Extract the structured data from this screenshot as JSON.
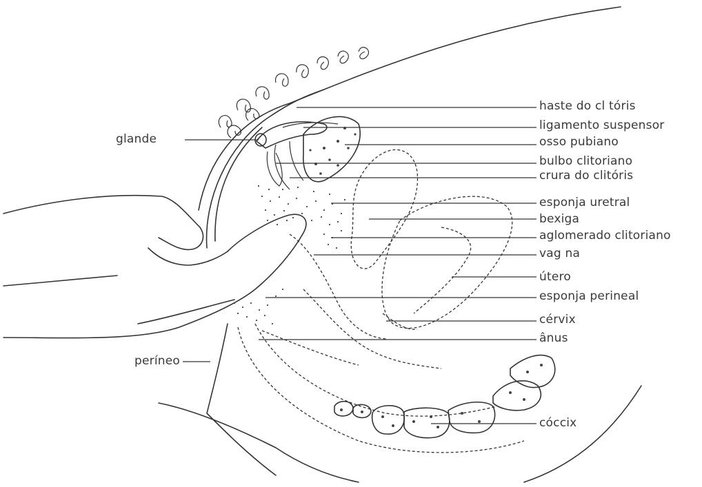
{
  "labels": {
    "left": {
      "glande": "glande",
      "perineo": "períneo"
    },
    "right": [
      "haste do cl tóris",
      "ligamento suspensor",
      "osso pubiano",
      "bulbo clitoriano",
      "crura do clitóris",
      "esponja uretral",
      "bexiga",
      "aglomerado clitoriano",
      "vag na",
      "útero",
      "esponja perineal",
      "cérvix",
      "ânus",
      "cóccix"
    ]
  },
  "colors": {
    "line": "#333333",
    "text": "#3a3a3a",
    "background": "#ffffff"
  }
}
